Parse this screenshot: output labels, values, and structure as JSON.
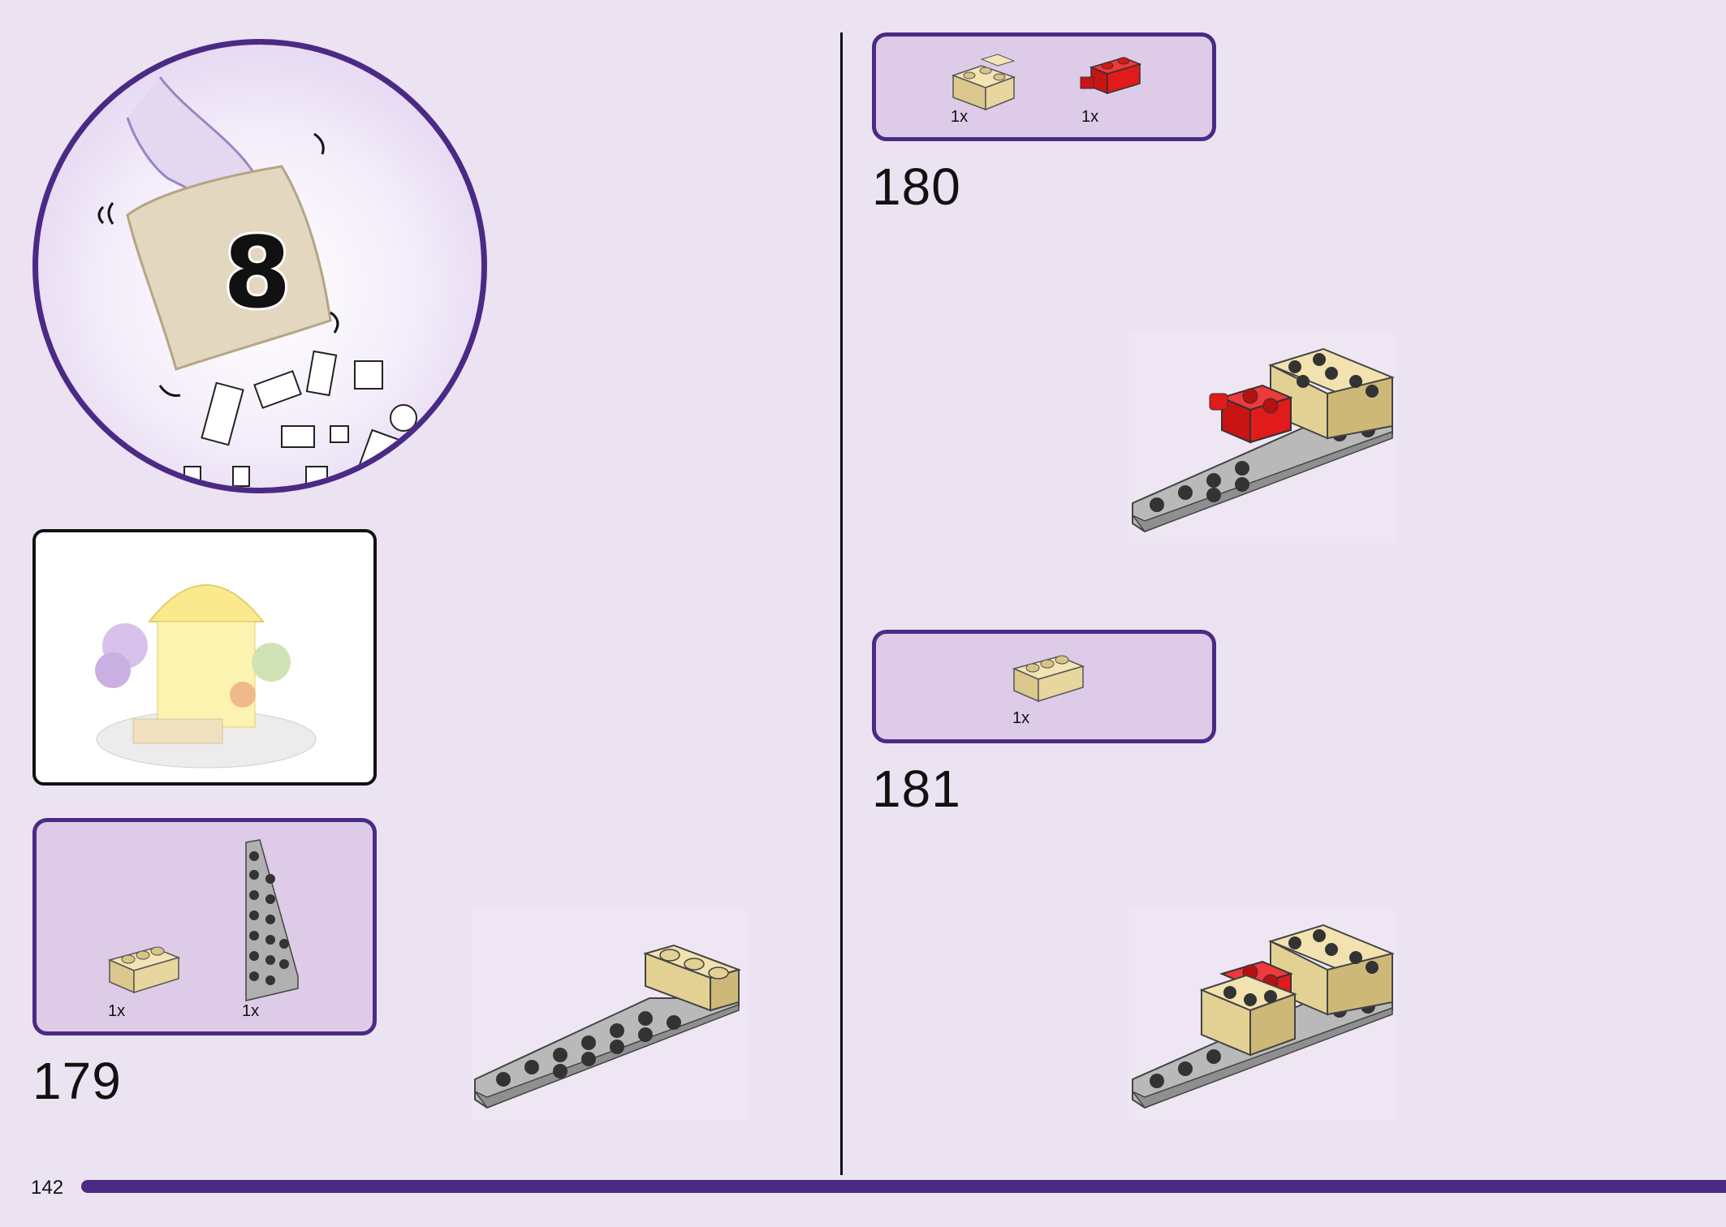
{
  "bag": {
    "number": "8"
  },
  "steps": [
    {
      "number": "179",
      "parts": [
        {
          "qty": "1x",
          "icon": "tan-1x3-brick-icon"
        },
        {
          "qty": "1x",
          "icon": "gray-wing-plate-icon"
        }
      ]
    },
    {
      "number": "180",
      "parts": [
        {
          "qty": "1x",
          "icon": "tan-corner-brick-icon"
        },
        {
          "qty": "1x",
          "icon": "red-hinge-brick-icon"
        }
      ]
    },
    {
      "number": "181",
      "parts": [
        {
          "qty": "1x",
          "icon": "tan-1x3-brick-icon"
        }
      ]
    }
  ],
  "page": {
    "number": "142"
  },
  "colors": {
    "accent": "#4b2a85",
    "background": "#ebe3f2",
    "parts_box": "#ddcbe7",
    "tan": "#e6d39a",
    "red": "#e11b1b",
    "gray": "#a9a9a9"
  }
}
